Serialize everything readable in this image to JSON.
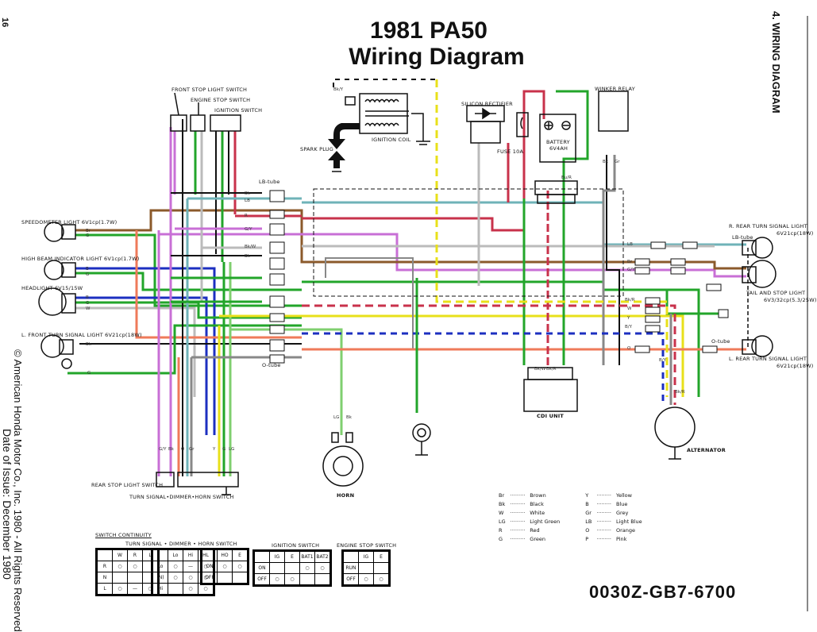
{
  "header": {
    "title_line1": "1981  PA50",
    "title_line2": "Wiring Diagram",
    "section": "4.  WIRING DIAGRAM",
    "page_number": "16"
  },
  "copyright": {
    "line1": "© American Honda Motor Co., Inc. 1980 - All Rights Reserved",
    "line2": "Date of Issue:  December 1980"
  },
  "part_number": "0030Z-GB7-6700",
  "components": {
    "front_stop_light_switch": "FRONT STOP LIGHT SWITCH",
    "engine_stop_switch": "ENGINE STOP SWITCH",
    "ignition_switch": "IGNITION SWITCH",
    "ignition_coil": "IGNITION COIL",
    "spark_plug": "SPARK PLUG",
    "silicon_rectifier": "SILICON RECTIFIER",
    "fuse": "FUSE 10A",
    "battery": "BATTERY",
    "battery_spec": "6V4AH",
    "winker_relay": "WINKER RELAY",
    "speedometer_light": "SPEEDOMETER LIGHT 6V1cp(1.7W)",
    "high_beam_indicator": "HIGH BEAM INDICATOR LIGHT 6V1cp(1.7W)",
    "headlight": "HEADLIGHT 6V15/15W",
    "l_front_turn": "L. FRONT TURN SIGNAL LIGHT 6V21cp(18W)",
    "r_rear_turn": "R. REAR TURN SIGNAL LIGHT",
    "r_rear_turn_spec": "6V21cp(18W)",
    "tail_stop": "TAIL AND STOP LIGHT",
    "tail_stop_spec": "6V3/32cp(5.3/25W)",
    "l_rear_turn": "L. REAR TURN SIGNAL LIGHT",
    "l_rear_turn_spec": "6V21cp(18W)",
    "cdi_unit": "CDI UNIT",
    "alternator": "ALTERNATOR",
    "horn": "HORN",
    "rear_stop_light_switch": "REAR STOP LIGHT SWITCH",
    "turn_dimmer_horn_switch": "TURN SIGNAL•DIMMER•HORN SWITCH",
    "lb_tube": "LB-tube",
    "o_tube": "O-tube"
  },
  "wire_colors": [
    {
      "code": "Br",
      "name": "Brown",
      "hex": "#8B5A2B"
    },
    {
      "code": "Bk",
      "name": "Black",
      "hex": "#111111"
    },
    {
      "code": "W",
      "name": "White",
      "hex": "#bbbbbb"
    },
    {
      "code": "LG",
      "name": "Light Green",
      "hex": "#7fcf6f"
    },
    {
      "code": "R",
      "name": "Red",
      "hex": "#c8324b"
    },
    {
      "code": "G",
      "name": "Green",
      "hex": "#22a52a"
    },
    {
      "code": "Y",
      "name": "Yellow",
      "hex": "#e8e01a"
    },
    {
      "code": "B",
      "name": "Blue",
      "hex": "#1c2fc0"
    },
    {
      "code": "Gr",
      "name": "Grey",
      "hex": "#888888"
    },
    {
      "code": "LB",
      "name": "Light Blue",
      "hex": "#6fb3b8"
    },
    {
      "code": "O",
      "name": "Orange",
      "hex": "#ef7a5a"
    },
    {
      "code": "P",
      "name": "Pink",
      "hex": "#c86fd6"
    }
  ],
  "switch_continuity": {
    "heading": "SWITCH CONTINUITY",
    "turn_dimmer_horn": {
      "title": "TURN SIGNAL • DIMMER • HORN SWITCH",
      "turn": {
        "cols": [
          "W",
          "R",
          "L"
        ],
        "rows": [
          "R",
          "N",
          "L"
        ]
      },
      "dimmer": {
        "cols": [
          "Lo",
          "Hi",
          "HL"
        ],
        "rows": [
          "Lo",
          "(N)",
          "Hi"
        ]
      },
      "horn": {
        "cols": [
          "HO",
          "E"
        ],
        "rows": [
          "ON",
          "OFF"
        ]
      }
    },
    "ignition": {
      "title": "IGNITION SWITCH",
      "cols": [
        "IG",
        "E",
        "BAT1",
        "BAT2"
      ],
      "rows": [
        "ON",
        "OFF"
      ]
    },
    "engine_stop": {
      "title": "ENGINE STOP SWITCH",
      "cols": [
        "IG",
        "E"
      ],
      "rows": [
        "RUN",
        "OFF"
      ]
    }
  }
}
